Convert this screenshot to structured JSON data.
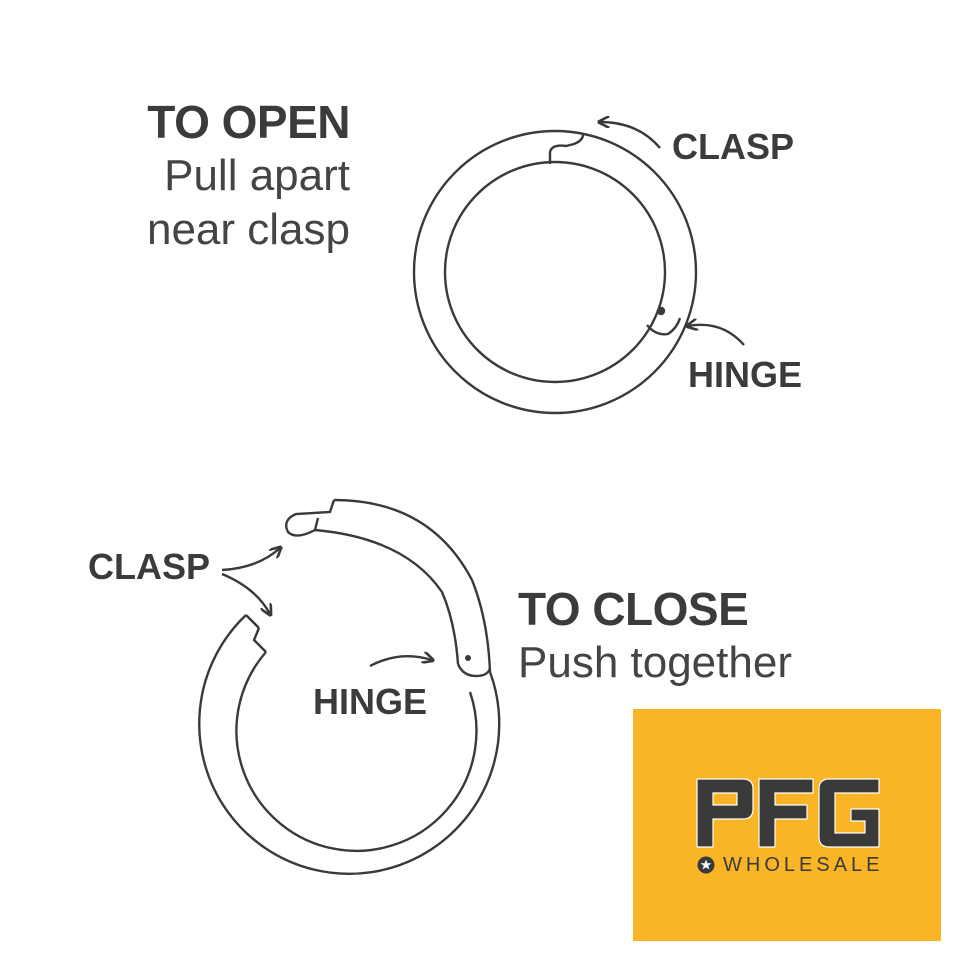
{
  "open": {
    "heading": "TO OPEN",
    "line1": "Pull apart",
    "line2": "near clasp",
    "clasp_label": "CLASP",
    "hinge_label": "HINGE"
  },
  "close": {
    "heading": "TO CLOSE",
    "line1": "Push together",
    "clasp_label": "CLASP",
    "hinge_label": "HINGE"
  },
  "logo": {
    "mark": "PFG",
    "subtitle": "WHOLESALE",
    "background": "#fab526",
    "mark_color": "#3a3a3a"
  },
  "colors": {
    "line": "#3a3a3a",
    "text": "#3b3b3b"
  },
  "icons": [
    "arrow-icon",
    "star-icon"
  ]
}
